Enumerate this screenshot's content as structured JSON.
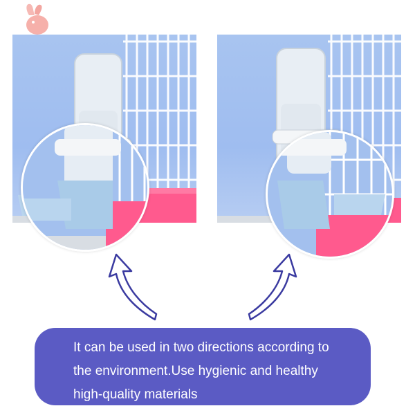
{
  "caption": {
    "line1": "It can be used in two directions according to",
    "line2": "the environment.Use hygienic and healthy",
    "line3": "high-quality materials"
  },
  "colors": {
    "caption_background": "#5b5bc4",
    "caption_text": "#ffffff",
    "wall": "#a8c4f0",
    "cage_wire": "#ffffff",
    "cage_base": "#ff5a8e",
    "feeder": "#a9cbe8",
    "arrow_stroke": "#3a3aa0"
  },
  "icons": {
    "logo": "rabbit-logo-icon",
    "arrows": "curved-up-arrow-icon"
  }
}
